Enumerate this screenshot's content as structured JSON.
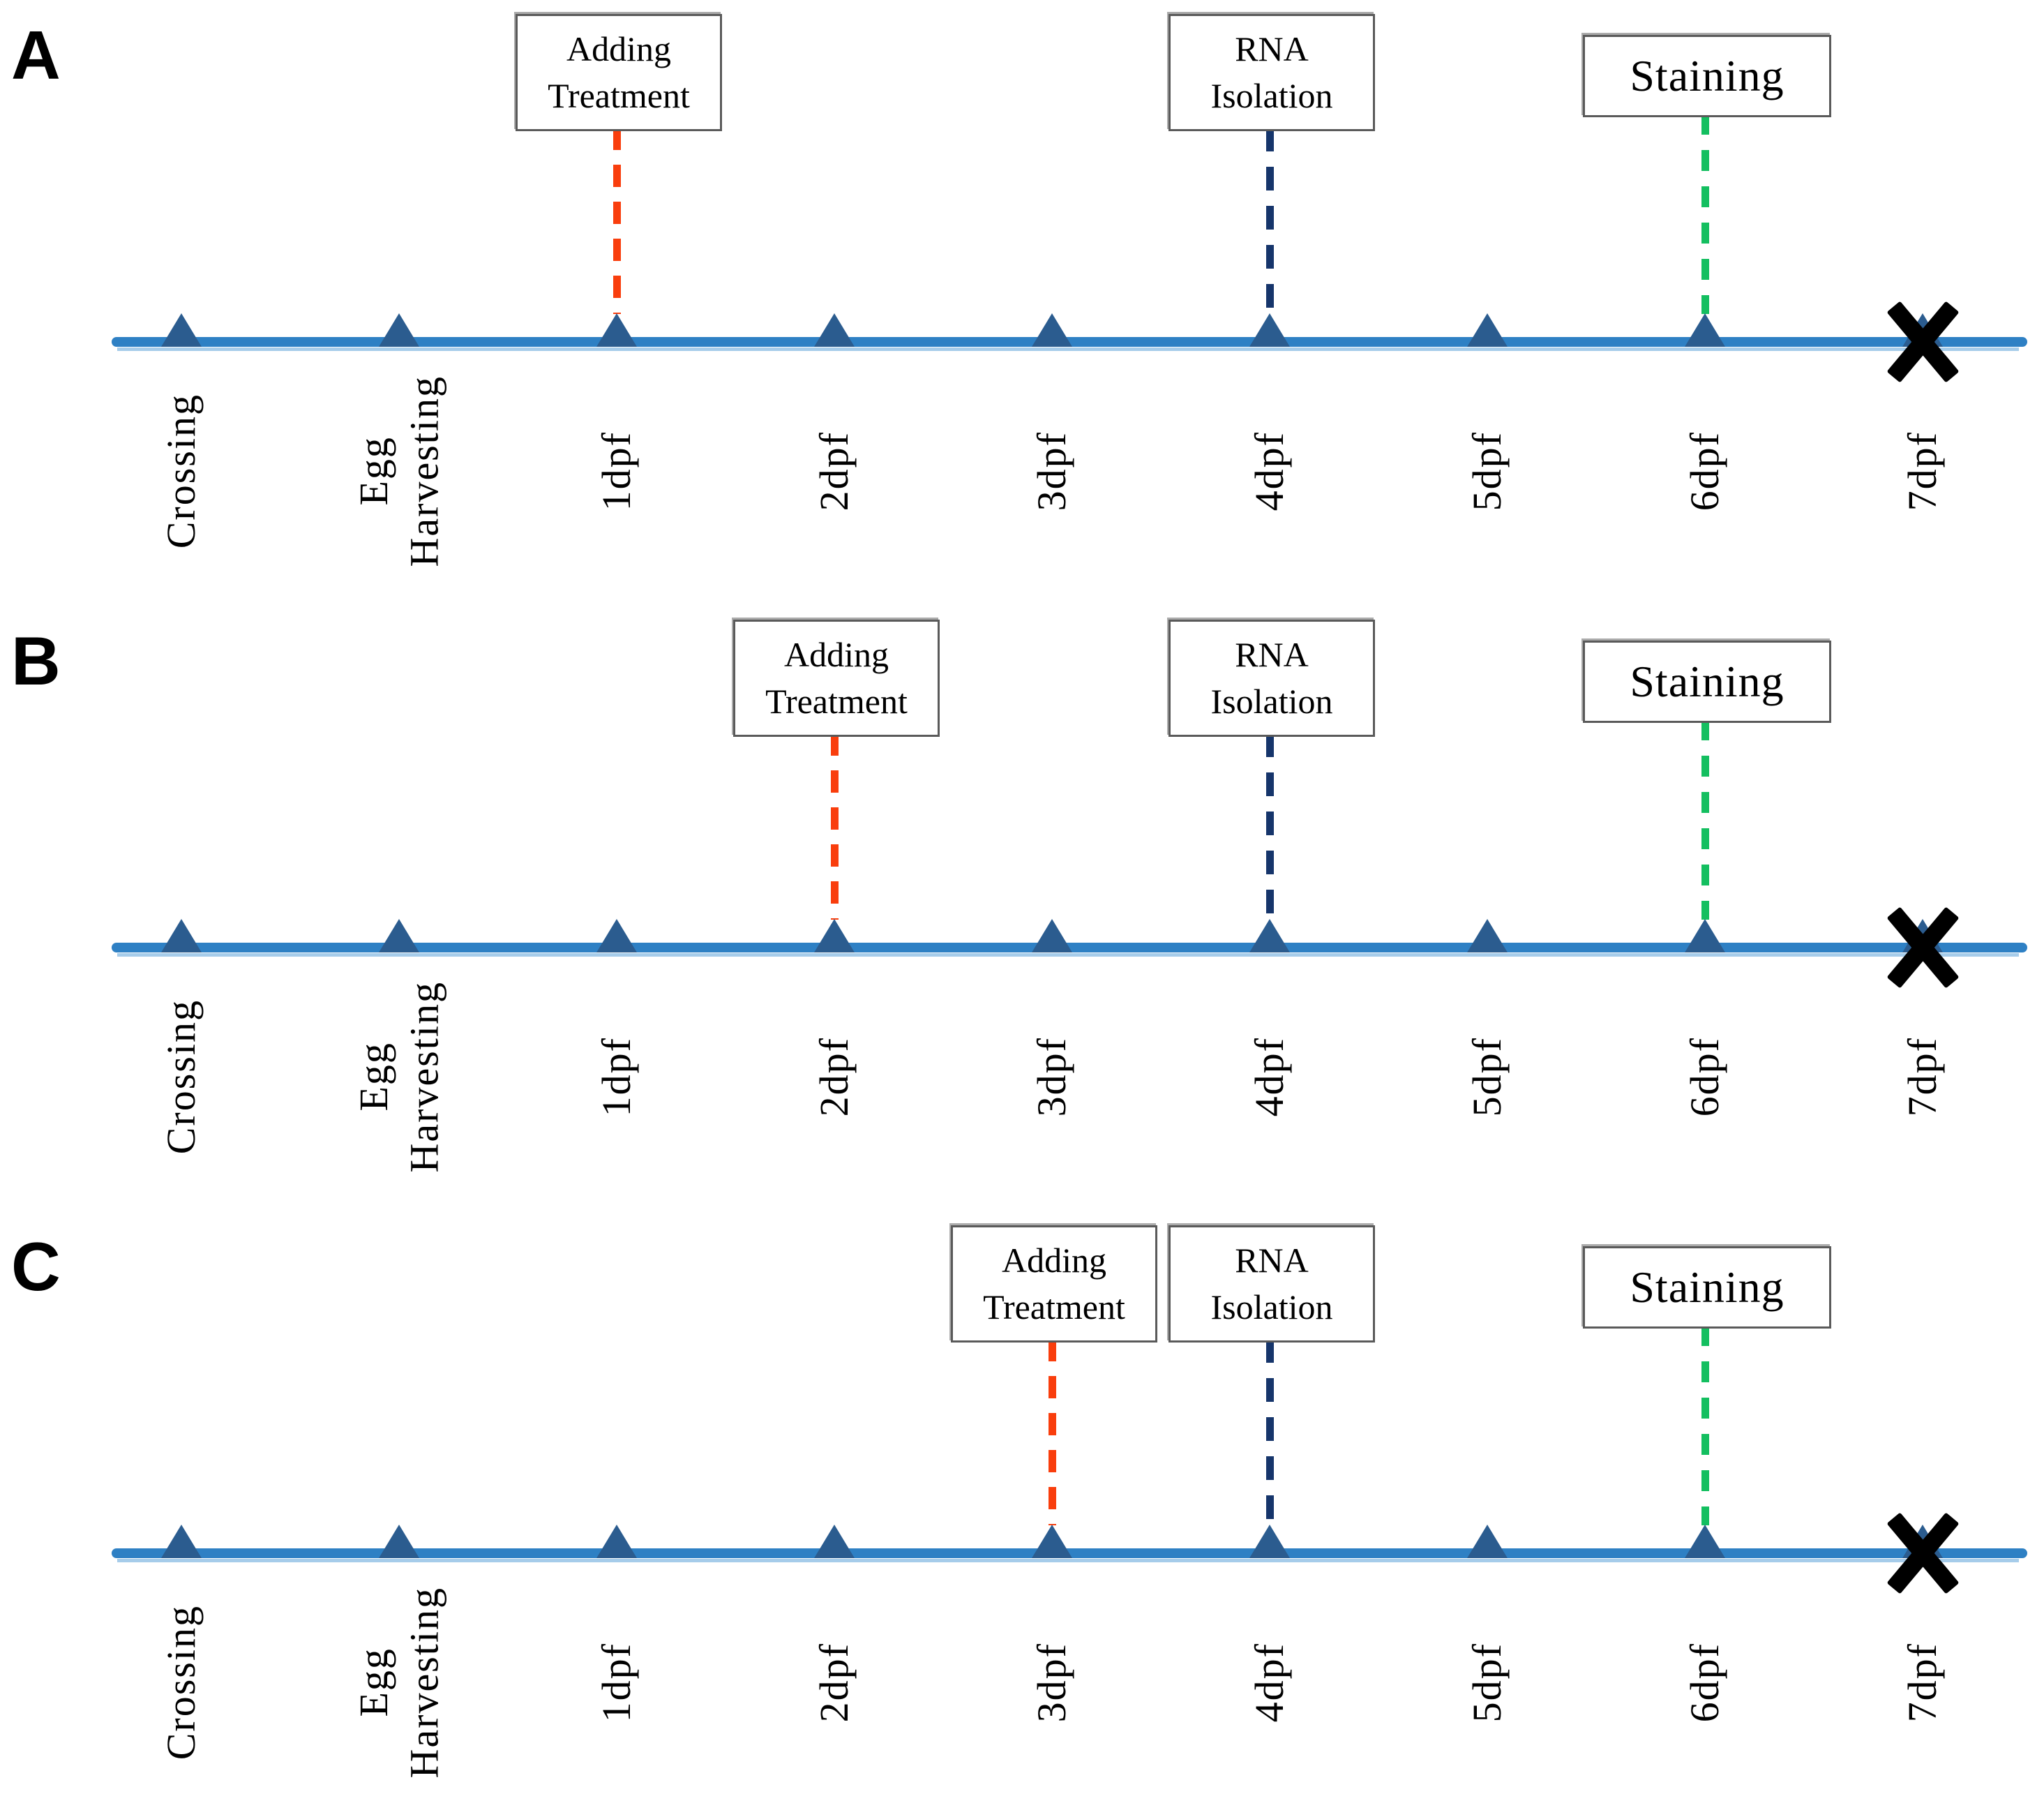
{
  "panels": [
    {
      "label": "A",
      "adding_treatment_at": "1dpf",
      "rna_isolation_at": "4dpf",
      "staining_at": "6dpf",
      "timeline_end_at": "7dpf"
    },
    {
      "label": "B",
      "adding_treatment_at": "2dpf",
      "rna_isolation_at": "4dpf",
      "staining_at": "6dpf",
      "timeline_end_at": "7dpf"
    },
    {
      "label": "C",
      "adding_treatment_at": "3dpf",
      "rna_isolation_at": "4dpf",
      "staining_at": "6dpf",
      "timeline_end_at": "7dpf"
    }
  ],
  "timeline_points": [
    "Crossing",
    "Egg\nHarvesting",
    "1dpf",
    "2dpf",
    "3dpf",
    "4dpf",
    "5dpf",
    "6dpf",
    "7dpf"
  ],
  "events": {
    "adding_treatment": "Adding\nTreatment",
    "rna_isolation": "RNA\nIsolation",
    "staining": "Staining"
  },
  "end_marker": "X",
  "colors": {
    "timeline": "#2E80C4",
    "timeline_underline": "#A6CCEA",
    "tick_marker": "#2B5C8F",
    "adding_treatment_dash": "#F93E0D",
    "rna_isolation_dash": "#16356B",
    "staining_dash": "#14BF60",
    "end_marker": "#000000",
    "box_border": "#5A5A5A"
  }
}
